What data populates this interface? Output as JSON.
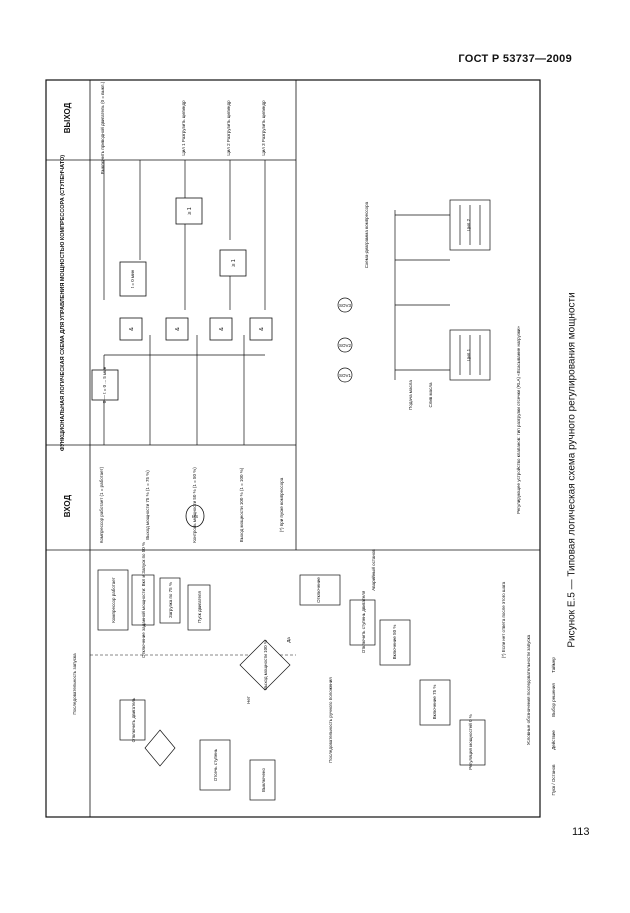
{
  "page": {
    "standard": "ГОСТ Р 53737—2009",
    "page_number": "113",
    "caption": "Рисунок Е.5 — Типовая логическая схема ручного регулирования мощности"
  },
  "sections": {
    "input_title": "ВХОД",
    "function_title": "ФУНКЦИОНАЛЬНАЯ ЛОГИЧЕСКАЯ СХЕМА ДЛЯ УПРАВЛЕНИЯ МОЩНОСТЬЮ КОМПРЕССОРА (СТУПЕНЧАТО)",
    "output_title": "ВЫХОД",
    "sequence_title": "Последовательность запуска",
    "manual_sequence_title": "Последовательность ручного положения",
    "legend_title": "Условные обозначения последовательности запуска",
    "scheme_title": "Схема-диаграмма компрессора",
    "valves_title": "Регулирующее устройство клапанов: тип разгрузки отсечки (RLA) «Всасывание нагрузки»"
  },
  "inputs": [
    "Компрессор работает (1 = работает)",
    "Выход мощности 75 % (1 = 75 %)",
    "Контроль мощности 50 % (1 = 50 %)",
    "Выход мощности 100 % (1 = 100 %)"
  ],
  "outputs": [
    "Выключить приводной двигатель (0 = выкл.)",
    "Цил 1 Разгрузить цилиндр",
    "Цил 2 Разгрузить цилиндр",
    "Цил 3 Разгрузить цилиндр"
  ],
  "logic": {
    "timer1": "0 — t = 0 ... 5 мин",
    "timer2": "t = 0 мин",
    "and_label": "&",
    "or_label": "≥ 1",
    "hs_label": "HS",
    "note": "(*) при пуске компрессора"
  },
  "flowchart": {
    "nodes": [
      "Компрессор работает",
      "Отключение заданной мощности: Вкл и Запуск по 50 %",
      "Загрузка по 75 %",
      "Пуск двигателя",
      "Выход мощности 100 %",
      "Последовательность ручного положения",
      "Отключение",
      "Да",
      "Нет",
      "Отключить двигатель"
    ],
    "manual": [
      "Отсечь ступень",
      "Выключено",
      "Отключить ступень двигателя",
      "Включение 50 %",
      "Включение 75 %",
      "Аварийный останов",
      "Регуляция мощностей 0 %"
    ]
  },
  "legend": {
    "start_end": "Пуск / Останов",
    "action": "Действие",
    "decision": "Выбор решения",
    "timer": "Таймер",
    "note": "(*) Если нет ответа после этого шага"
  },
  "scheme": {
    "cyl1": "Цил 1",
    "cyl2": "Цил 2",
    "rla": "RLA",
    "sensor_a": "SOV1",
    "sensor_b": "SOV2",
    "sensor_c": "SOV3",
    "supply": "Подача масла",
    "drain": "Слив масла"
  }
}
